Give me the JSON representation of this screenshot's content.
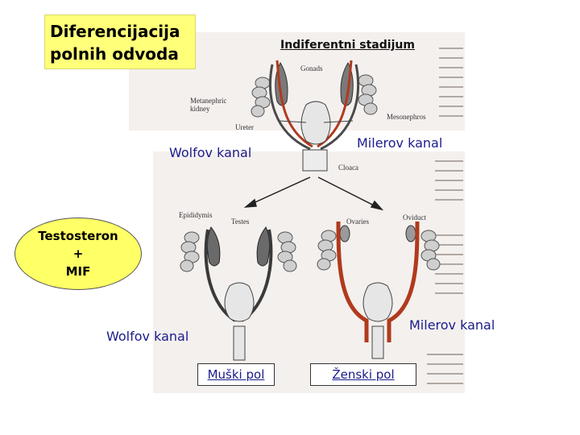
{
  "title": "Diferencijacija polnih odvoda",
  "stage_title": "Indiferentni stadijum",
  "labels": {
    "wolf_top": "Wolfov kanal",
    "miler_top": "Milerov kanal",
    "wolf_bottom": "Wolfov kanal",
    "miler_bottom": "Milerov kanal"
  },
  "hormones": {
    "line1": "Testosteron",
    "line2": "+",
    "line3": "MIF"
  },
  "male_label": "Muški pol",
  "female_label": "Ženski pol",
  "diagram_terms": {
    "gonads": "Gonads",
    "metanephric_kidney_1": "Metanephric",
    "metanephric_kidney_2": "kidney",
    "ureter": "Ureter",
    "mesonephros": "Mesonephros",
    "cloaca": "Cloaca",
    "epididymis": "Epididymis",
    "testes": "Testes",
    "ovaries": "Ovaries",
    "oviduct": "Oviduct"
  },
  "colors": {
    "title_bg": "#ffff7a",
    "ellipse_bg": "#ffff66",
    "wolff_duct": "#4a4a4a",
    "muller_duct": "#b03a1c",
    "label_blue": "#1b1b8c"
  }
}
